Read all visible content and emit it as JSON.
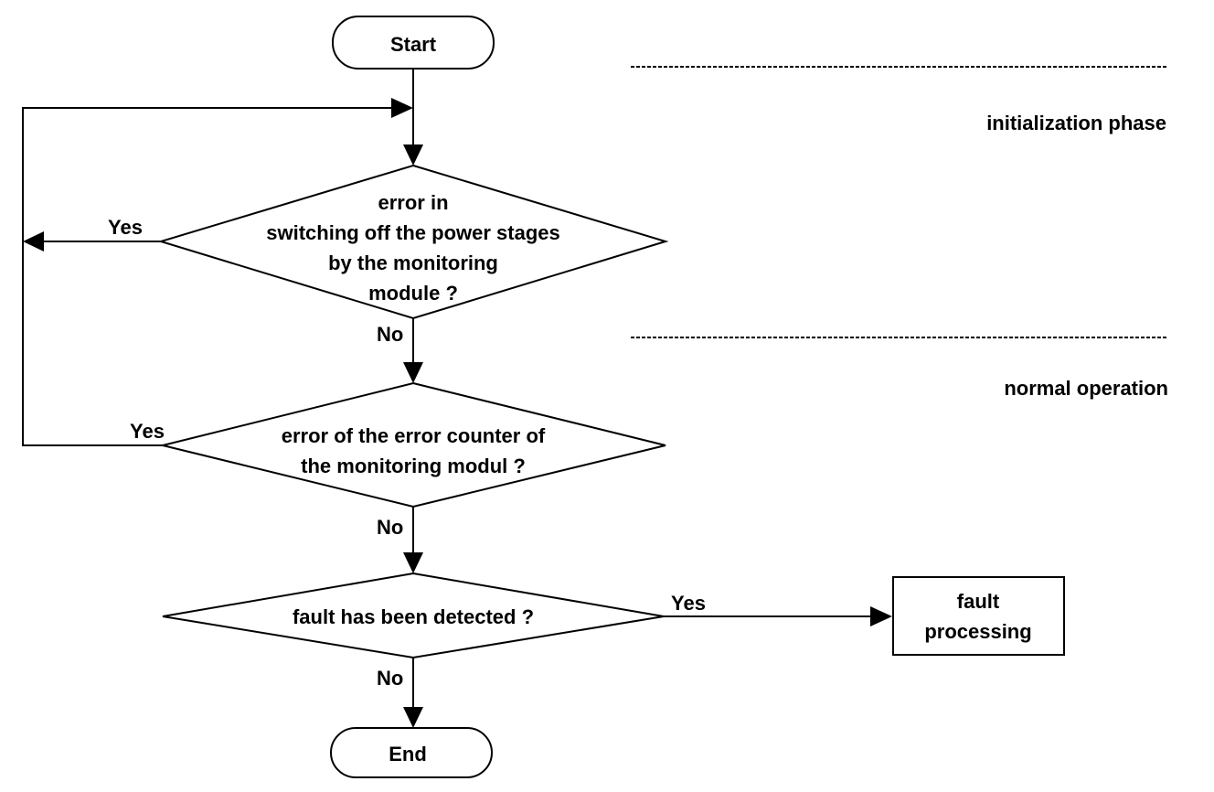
{
  "start": "Start",
  "end": "End",
  "phases": {
    "initialization": "initialization phase",
    "normal": "normal operation"
  },
  "decision1": {
    "lines": [
      "error in",
      "switching off the power stages",
      "by the monitoring",
      "module ?"
    ],
    "yes": "Yes",
    "no": "No"
  },
  "decision2": {
    "lines": [
      "error of the error counter of",
      "the monitoring modul ?"
    ],
    "yes": "Yes",
    "no": "No"
  },
  "decision3": {
    "lines": [
      "fault has been detected ?"
    ],
    "yes": "Yes",
    "no": "No"
  },
  "fault_box": {
    "lines": [
      "fault",
      "processing"
    ]
  }
}
